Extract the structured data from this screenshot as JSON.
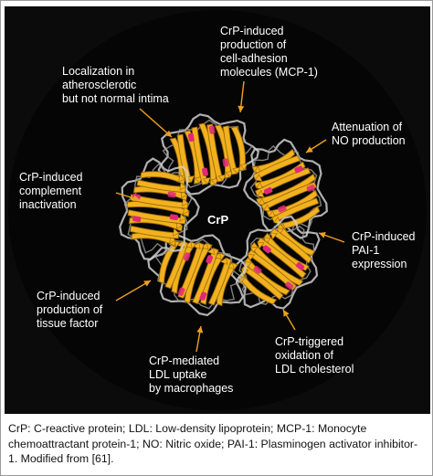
{
  "diagram": {
    "center_label": "CrP",
    "callouts": {
      "cell_adhesion": "CrP-induced\nproduction of\ncell-adhesion\nmolecules (MCP-1)",
      "localization": "Localization in\natherosclerotic\nbut not normal intima",
      "no_production": "Attenuation of\nNO production",
      "complement": "CrP-induced\ncomplement\ninactivation",
      "pai1": "CrP-induced\nPAI-1\nexpression",
      "tissue_factor": "CrP-induced\nproduction of\ntissue factor",
      "ldl_oxidation": "CrP-triggered\noxidation of\nLDL cholesterol",
      "ldl_uptake": "CrP-mediated\nLDL uptake\nby macrophages"
    },
    "colors": {
      "background": "#0b0b0b",
      "strand": "#f2b11f",
      "strand_dark": "#9a6a07",
      "accent": "#e0287a",
      "coil": "#cfcfcf",
      "arrow": "#f0a020"
    }
  },
  "caption": {
    "text": "CrP: C-reactive protein; LDL: Low-density lipoprotein; MCP-1: Monocyte chemoattractant protein-1; NO: Nitric oxide; PAI-1: Plasminogen activator inhibitor-1. Modified from [61]."
  }
}
